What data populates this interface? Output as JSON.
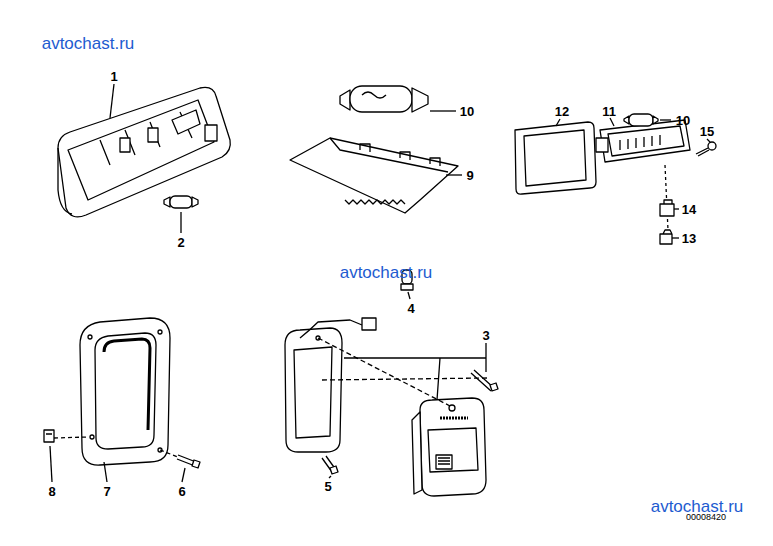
{
  "diagram": {
    "labels": [
      "avtochast.ru",
      "1",
      "10",
      "12",
      "11",
      "10",
      "15",
      "9",
      "2",
      "14",
      "13",
      "avtochast.ru",
      "4",
      "3",
      "8",
      "7",
      "6",
      "5",
      "avtochast.ru",
      "00008420"
    ]
  }
}
